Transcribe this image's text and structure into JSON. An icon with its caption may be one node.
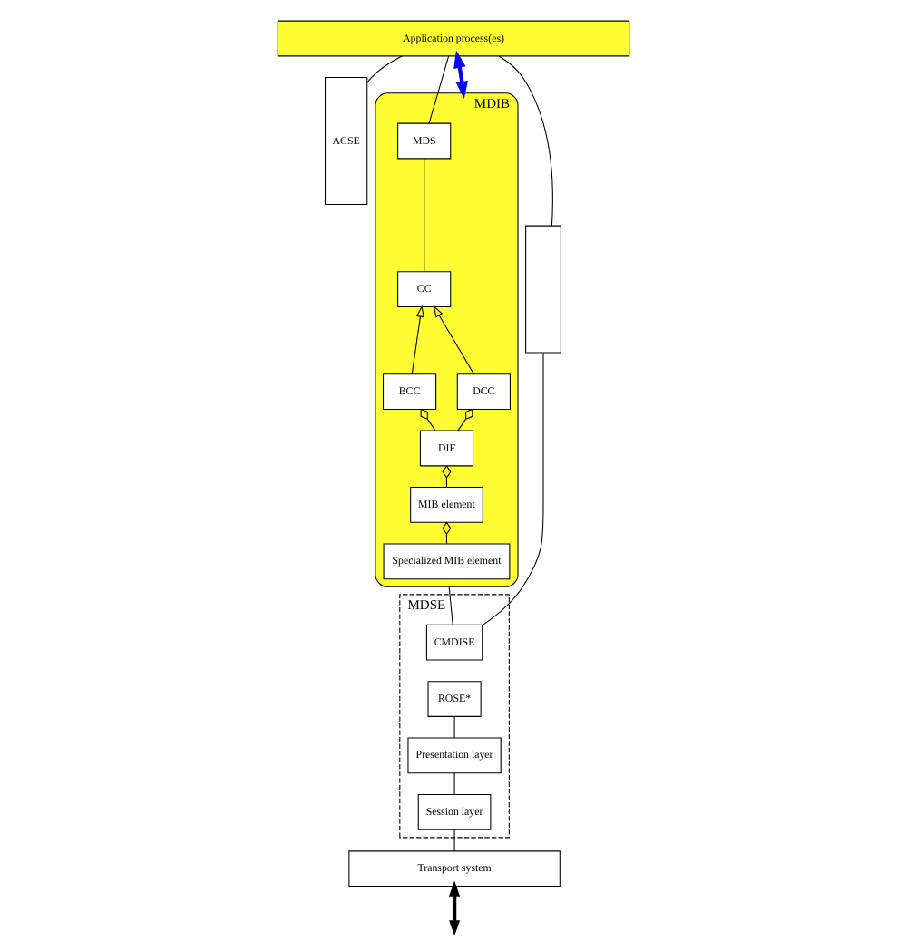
{
  "diagram": {
    "nodes": [
      {
        "text": [
          "Application process(es)"
        ]
      },
      {
        "text": [
          "ACSE"
        ]
      },
      {
        "text": [],
        "shape": "box"
      },
      {
        "text": [
          "MDIB"
        ]
      },
      {
        "text": [
          "MDS"
        ],
        "in": 3
      },
      {
        "text": [
          "CC"
        ],
        "in": 3
      },
      {
        "text": [
          "DCC"
        ],
        "in": 3
      },
      {
        "text": [
          "BCC"
        ],
        "in": 3
      },
      {
        "text": [
          "DIF"
        ],
        "in": 3
      },
      {
        "text": [
          "MIB element"
        ],
        "in": 3
      },
      {
        "text": [
          "Specialized MIB element"
        ],
        "in": 3
      },
      {
        "text": [
          "MDSE"
        ]
      },
      {
        "text": [
          "CMDISE"
        ],
        "in": 11
      },
      {
        "text": [
          "ROSE*"
        ],
        "in": 11
      },
      {
        "text": [
          "Presentation layer"
        ],
        "in": 11
      },
      {
        "text": [
          "Session layer"
        ],
        "in": 11
      },
      {
        "text": [
          "Transport system"
        ]
      }
    ],
    "edges": [
      {
        "from": 0,
        "to": 1,
        "arrow": "none"
      },
      {
        "from": 0,
        "to": 3,
        "arrow": "both",
        "style": "thick",
        "color": "#0000ff"
      },
      {
        "from": 0,
        "to": 4,
        "arrow": "none"
      },
      {
        "from": 0,
        "to": 2,
        "arrow": "none"
      },
      {
        "from": 4,
        "to": 5,
        "arrow": "none"
      },
      {
        "from": 6,
        "to": 5,
        "arrow": "to"
      },
      {
        "from": 7,
        "to": 5,
        "arrow": "to"
      },
      {
        "from": 8,
        "to": 6,
        "arrow": "other"
      },
      {
        "from": 8,
        "to": 7,
        "arrow": "other"
      },
      {
        "from": 9,
        "to": 8,
        "arrow": "other"
      },
      {
        "from": 10,
        "to": 9,
        "arrow": "other"
      },
      {
        "from": 3,
        "to": 12,
        "arrow": "none"
      },
      {
        "from": 2,
        "to": 12,
        "arrow": "none"
      },
      {
        "from": 13,
        "to": 14,
        "arrow": "none"
      },
      {
        "from": 14,
        "to": 15,
        "arrow": "none"
      },
      {
        "from": 15,
        "to": 16,
        "arrow": "none"
      },
      {
        "from": 16,
        "to": null,
        "arrow": "both",
        "style": "thick"
      }
    ]
  }
}
